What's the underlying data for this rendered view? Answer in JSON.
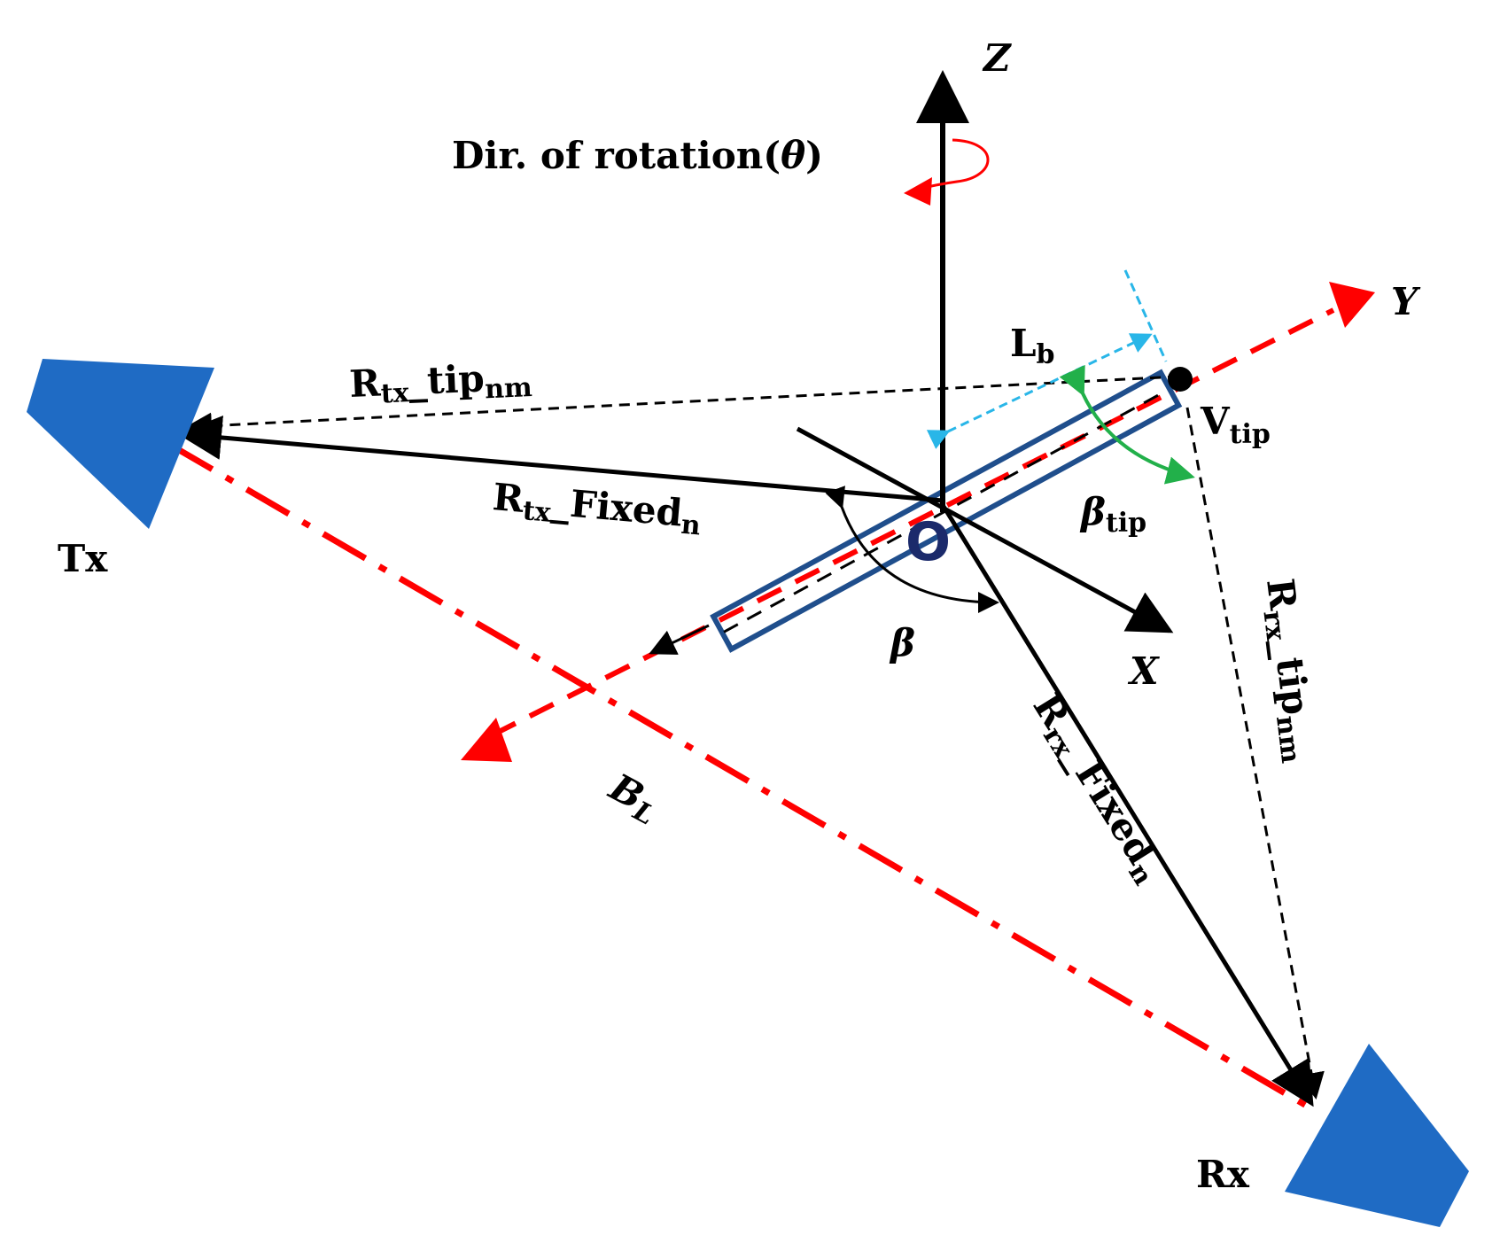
{
  "labels": {
    "z_axis": "Z",
    "y_axis": "Y",
    "x_axis": "X",
    "rotation": "Dir. of rotation(",
    "rotation_theta": "θ",
    "rotation_close": ")",
    "origin": "O",
    "beta": "β",
    "beta_tip": "β",
    "beta_tip_sub": "tip",
    "lb": "L",
    "lb_sub": "b",
    "vtip": "V",
    "vtip_sub": "tip",
    "tx": "Tx",
    "rx": "Rx",
    "bl": "B",
    "bl_sub": "L",
    "rtx_tip": "R",
    "rtx_tip_sub1": "tx",
    "rtx_tip_mid": "_tip",
    "rtx_tip_sub2": "nm",
    "rtx_fixed": "R",
    "rtx_fixed_sub1": "tx",
    "rtx_fixed_mid": "_Fixed",
    "rtx_fixed_sub2": "n",
    "rrx_tip": "R",
    "rrx_tip_sub1": "rx",
    "rrx_tip_mid": "_tip",
    "rrx_tip_sub2": "nm",
    "rrx_fixed": "R",
    "rrx_fixed_sub1": "rx",
    "rrx_fixed_mid": "_Fixed",
    "rrx_fixed_sub2": "n"
  },
  "colors": {
    "axis": "#000000",
    "dashed_red": "#ff0000",
    "blade_outline": "#1f4e8c",
    "antenna_fill": "#1f6bc4",
    "beta_tip_arc": "#22b04a",
    "lb_dim": "#29b6e8",
    "rotation_arrow": "#ff0000"
  }
}
